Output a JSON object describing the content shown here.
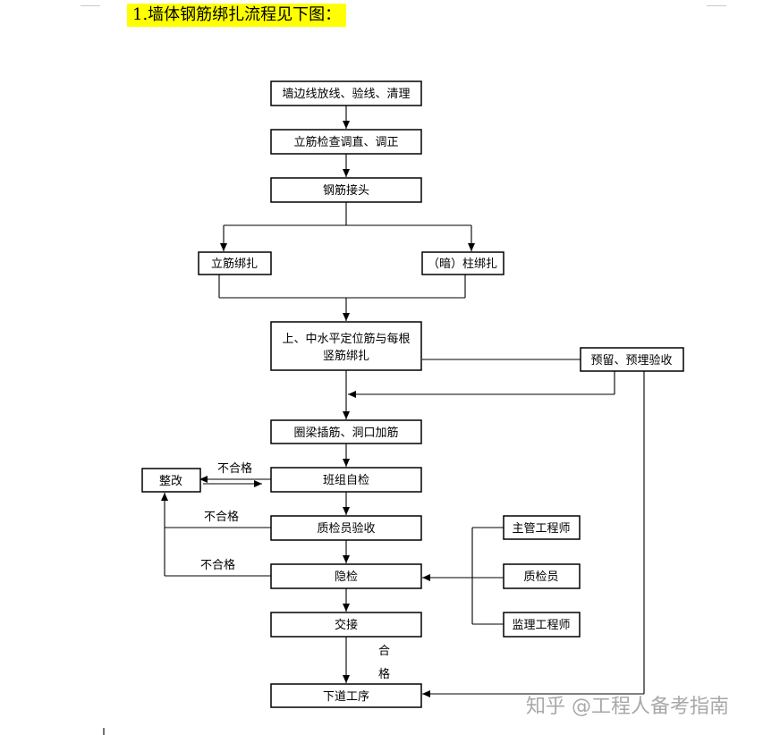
{
  "heading": "1.墙体钢筋绑扎流程见下图：",
  "nodes": {
    "n1": "墙边线放线、验线、清理",
    "n2": "立筋检查调直、调正",
    "n3": "钢筋接头",
    "n4": "立筋绑扎",
    "n5": "（暗）柱绑扎",
    "n6_line1": "上、中水平定位筋与每根",
    "n6_line2": "竖筋绑扎",
    "n7": "预留、预埋验收",
    "n8": "圈梁插筋、洞口加筋",
    "n9": "班组自检",
    "n10": "整改",
    "n11": "质检员验收",
    "n12": "隐检",
    "n13": "交接",
    "n14": "下道工序",
    "n15": "主管工程师",
    "n16": "质检员",
    "n17": "监理工程师"
  },
  "labels": {
    "fail1": "不合格",
    "fail2": "不合格",
    "fail3": "不合格",
    "pass_char1": "合",
    "pass_char2": "格"
  },
  "watermark": "知乎 @工程人备考指南"
}
